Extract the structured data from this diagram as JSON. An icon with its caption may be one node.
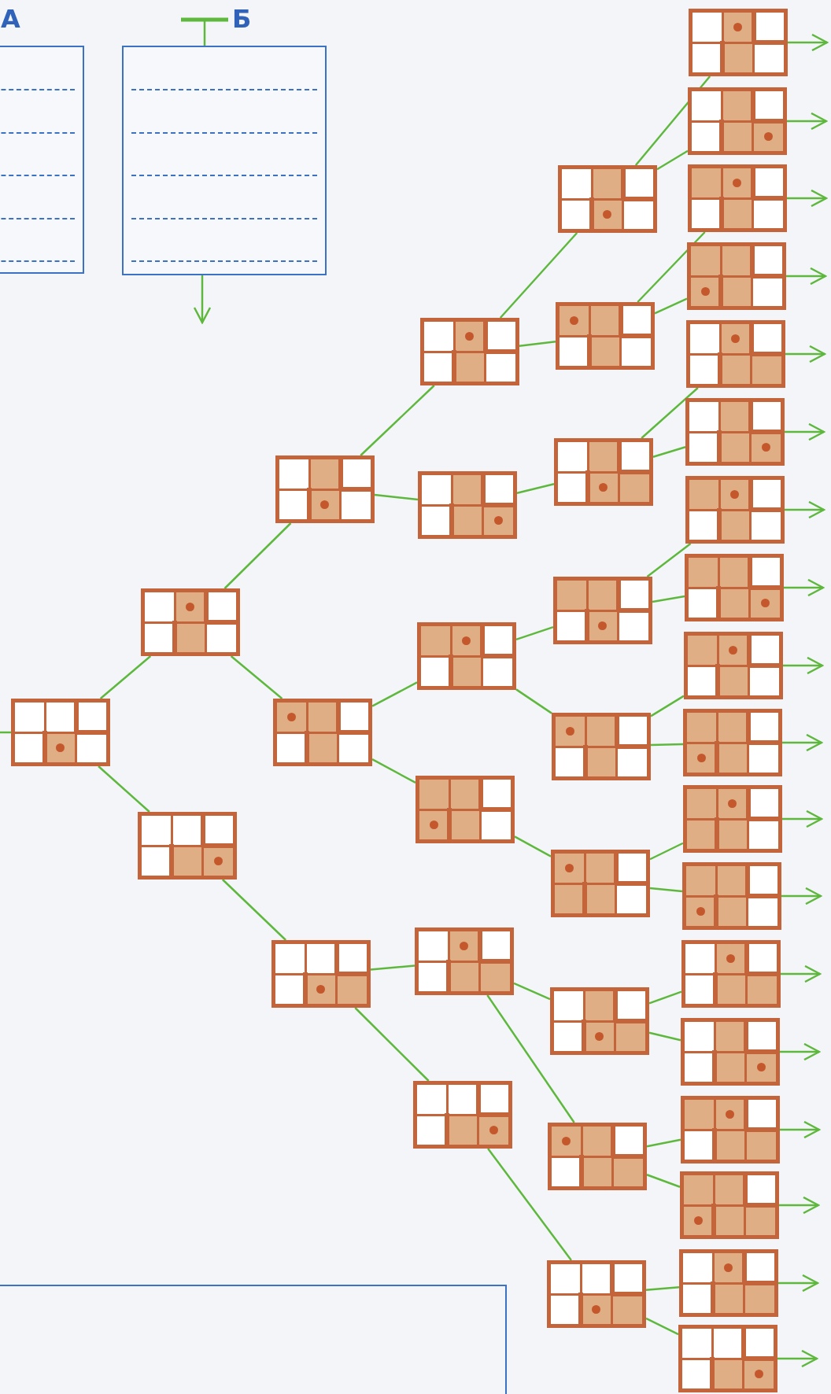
{
  "diagram": {
    "nodes": [
      {
        "text": [
          "А"
        ]
      },
      {
        "text": [
          "Б"
        ]
      },
      {
        "text": [],
        "shape": "box"
      },
      {
        "text": [],
        "shape": "box"
      },
      {
        "text": [],
        "shape": "box"
      },
      {
        "text": [],
        "shape": "box"
      },
      {
        "text": [],
        "shape": "box"
      },
      {
        "text": [],
        "shape": "box"
      },
      {
        "text": [],
        "shape": "box"
      },
      {
        "text": [],
        "shape": "box"
      },
      {
        "text": [],
        "shape": "box"
      },
      {
        "text": [],
        "shape": "box"
      },
      {
        "text": [],
        "shape": "box"
      },
      {
        "text": [],
        "shape": "box"
      },
      {
        "text": [],
        "shape": "box"
      },
      {
        "text": [],
        "shape": "box"
      },
      {
        "text": [],
        "shape": "box"
      },
      {
        "text": [],
        "shape": "box"
      },
      {
        "text": [],
        "shape": "box"
      },
      {
        "text": [],
        "shape": "box"
      },
      {
        "text": [],
        "shape": "box"
      },
      {
        "text": [],
        "shape": "box"
      },
      {
        "text": [],
        "shape": "box"
      },
      {
        "text": [],
        "shape": "box"
      },
      {
        "text": [],
        "shape": "box"
      },
      {
        "text": [],
        "shape": "box"
      },
      {
        "text": [],
        "shape": "box"
      },
      {
        "text": [],
        "shape": "box"
      },
      {
        "text": [],
        "shape": "box"
      },
      {
        "text": [],
        "shape": "box"
      },
      {
        "text": [],
        "shape": "box"
      },
      {
        "text": [],
        "shape": "box"
      },
      {
        "text": [],
        "shape": "box"
      },
      {
        "text": [],
        "shape": "box"
      },
      {
        "text": [],
        "shape": "box"
      },
      {
        "text": [],
        "shape": "box"
      },
      {
        "text": [],
        "shape": "box"
      },
      {
        "text": [],
        "shape": "box"
      },
      {
        "text": [],
        "shape": "box"
      },
      {
        "text": [],
        "shape": "box"
      },
      {
        "text": [],
        "shape": "box"
      },
      {
        "text": [],
        "shape": "box"
      }
    ],
    "edges": [
      {
        "from": null,
        "to": 3,
        "arrow": "none"
      },
      {
        "from": 3,
        "to": 4,
        "arrow": "none"
      },
      {
        "from": 3,
        "to": 5,
        "arrow": "none"
      },
      {
        "from": 4,
        "to": 6,
        "arrow": "none"
      },
      {
        "from": 4,
        "to": 7,
        "arrow": "none"
      },
      {
        "from": 5,
        "to": 8,
        "arrow": "none"
      },
      {
        "from": 6,
        "to": 9,
        "arrow": "none"
      },
      {
        "from": 6,
        "to": 10,
        "arrow": "none"
      },
      {
        "from": 7,
        "to": 11,
        "arrow": "none"
      },
      {
        "from": 7,
        "to": 12,
        "arrow": "none"
      },
      {
        "from": 8,
        "to": 13,
        "arrow": "none"
      },
      {
        "from": 8,
        "to": 14,
        "arrow": "none"
      },
      {
        "from": 9,
        "to": 15,
        "arrow": "none"
      },
      {
        "from": 9,
        "to": 16,
        "arrow": "none"
      },
      {
        "from": 10,
        "to": 17,
        "arrow": "none"
      },
      {
        "from": 11,
        "to": 18,
        "arrow": "none"
      },
      {
        "from": 11,
        "to": 19,
        "arrow": "none"
      },
      {
        "from": 12,
        "to": 20,
        "arrow": "none"
      },
      {
        "from": 13,
        "to": 21,
        "arrow": "none"
      },
      {
        "from": 13,
        "to": 22,
        "arrow": "none"
      },
      {
        "from": 14,
        "to": 23,
        "arrow": "none"
      },
      {
        "from": 15,
        "to": 24,
        "arrow": "none"
      },
      {
        "from": 15,
        "to": 25,
        "arrow": "none"
      },
      {
        "from": 16,
        "to": 26,
        "arrow": "none"
      },
      {
        "from": 16,
        "to": 27,
        "arrow": "none"
      },
      {
        "from": 17,
        "to": 28,
        "arrow": "none"
      },
      {
        "from": 17,
        "to": 29,
        "arrow": "none"
      },
      {
        "from": 18,
        "to": 30,
        "arrow": "none"
      },
      {
        "from": 18,
        "to": 31,
        "arrow": "none"
      },
      {
        "from": 19,
        "to": 32,
        "arrow": "none"
      },
      {
        "from": 19,
        "to": 33,
        "arrow": "none"
      },
      {
        "from": 20,
        "to": 34,
        "arrow": "none"
      },
      {
        "from": 20,
        "to": 35,
        "arrow": "none"
      },
      {
        "from": 21,
        "to": 36,
        "arrow": "none"
      },
      {
        "from": 21,
        "to": 37,
        "arrow": "none"
      },
      {
        "from": 22,
        "to": 38,
        "arrow": "none"
      },
      {
        "from": 22,
        "to": 39,
        "arrow": "none"
      },
      {
        "from": 23,
        "to": 40,
        "arrow": "none"
      },
      {
        "from": 23,
        "to": 41,
        "arrow": "none"
      },
      {
        "from": 24,
        "to": null,
        "arrow": "to"
      },
      {
        "from": 25,
        "to": null,
        "arrow": "to"
      },
      {
        "from": 26,
        "to": null,
        "arrow": "to"
      },
      {
        "from": 27,
        "to": null,
        "arrow": "to"
      },
      {
        "from": 28,
        "to": null,
        "arrow": "to"
      },
      {
        "from": 29,
        "to": null,
        "arrow": "to"
      },
      {
        "from": 30,
        "to": null,
        "arrow": "to"
      },
      {
        "from": 31,
        "to": null,
        "arrow": "to"
      },
      {
        "from": 32,
        "to": null,
        "arrow": "to"
      },
      {
        "from": 33,
        "to": null,
        "arrow": "to"
      },
      {
        "from": 34,
        "to": null,
        "arrow": "to"
      },
      {
        "from": 35,
        "to": null,
        "arrow": "to"
      },
      {
        "from": 36,
        "to": null,
        "arrow": "to"
      },
      {
        "from": 37,
        "to": null,
        "arrow": "to"
      },
      {
        "from": 38,
        "to": null,
        "arrow": "to"
      },
      {
        "from": 39,
        "to": null,
        "arrow": "to"
      },
      {
        "from": 40,
        "to": null,
        "arrow": "to"
      },
      {
        "from": 41,
        "to": null,
        "arrow": "to"
      },
      {
        "from": null,
        "to": 1,
        "arrow": "other"
      },
      {
        "from": 1,
        "to": null,
        "arrow": "to"
      }
    ]
  }
}
